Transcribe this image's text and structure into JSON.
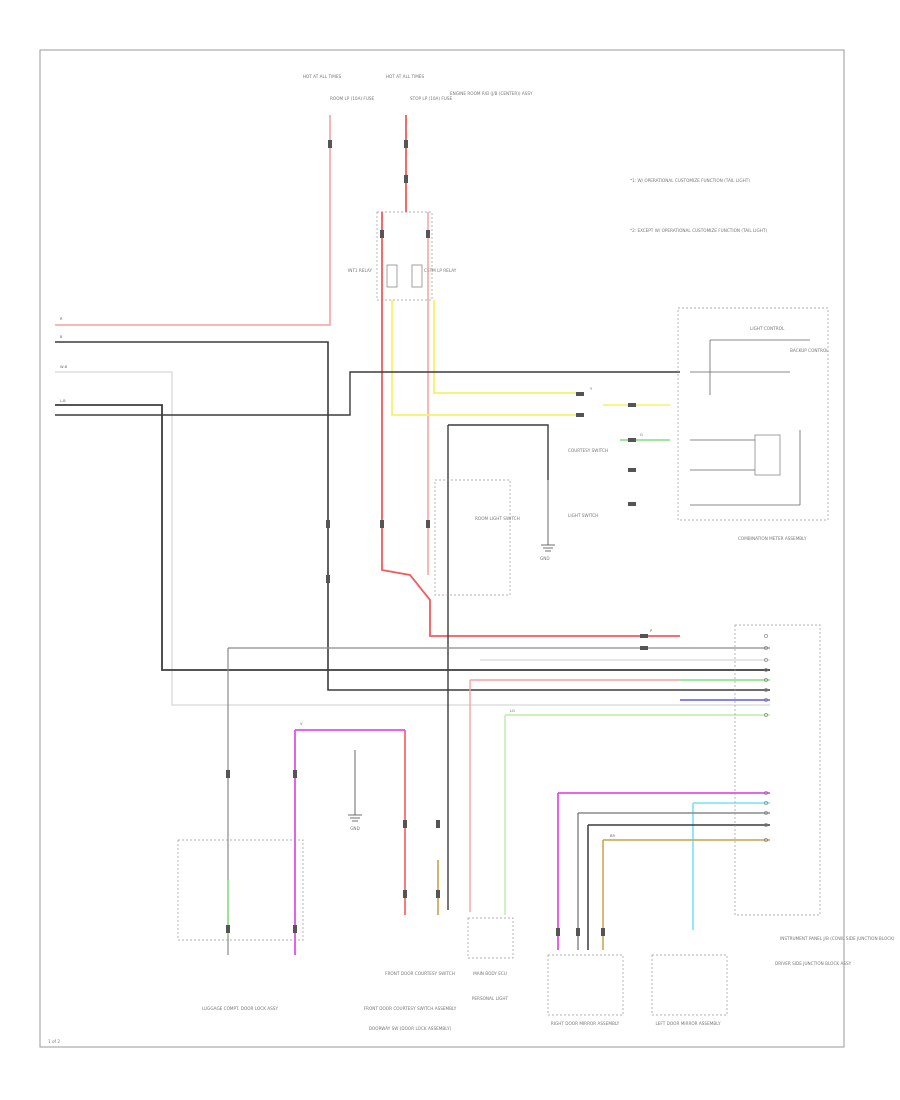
{
  "diagram": {
    "page_number": "1 of 2",
    "colors": {
      "red": "#f25b5b",
      "pink": "#f7a1a1",
      "yellow": "#f6f26a",
      "black": "#3c3c3c",
      "gray": "#8a8a8a",
      "white_wire": "#d8d8d8",
      "green": "#7be07b",
      "light_green": "#b7f0a0",
      "violet": "#e050e8",
      "blue": "#5a5af0",
      "cyan": "#73e6f0",
      "tan": "#c8a24a",
      "frame": "#9a9a9a"
    },
    "top_power": {
      "left_label": "HOT AT ALL TIMES",
      "left_fuse": "ROOM LP (10A) FUSE",
      "right_label": "HOT AT ALL TIMES",
      "right_fuse": "STOP LP (10A) FUSE",
      "right_note": "ENGINE ROOM R/B (J/B (CENTER)) ASSY"
    },
    "legend": {
      "item1": "*1: W/ OPERATIONAL CUSTOMIZE FUNCTION (TAIL LIGHT)",
      "item2": "*2: EXCEPT W/ OPERATIONAL CUSTOMIZE FUNCTION (TAIL LIGHT)"
    },
    "relays": {
      "left_label": "INT1 RELAY",
      "right_label": "CSTM LP RELAY"
    },
    "components": {
      "combination_meter": "COMBINATION METER ASSEMBLY",
      "meter_inner_1": "LIGHT CONTROL",
      "meter_inner_2": "BACKUP CONTROL",
      "courtesy_switch": "COURTESY SWITCH",
      "front_door_label": "FRONT DOOR COURTESY SWITCH",
      "light_switch": "LIGHT SWITCH",
      "ground_1": "GND",
      "ground_2": "GND",
      "center_switch": "ROOM LIGHT SWITCH",
      "main_body_ecu": "MAIN BODY ECU",
      "right_connector_label": "INSTRUMENT PANEL J/B (COWL SIDE JUNCTION BLOCK)"
    },
    "bottom_labels": {
      "b1": "LUGGAGE COMPT. DOOR LOCK ASSY",
      "b2": "FRONT DOOR COURTESY SWITCH ASSEMBLY",
      "b3": "DOORWAY SW (DOOR LOCK ASSEMBLY)",
      "b4": "PERSONAL LIGHT",
      "b5": "RIGHT DOOR MIRROR ASSEMBLY",
      "b6": "LEFT DOOR MIRROR ASSEMBLY",
      "b7": "DRIVER SIDE JUNCTION BLOCK ASSY"
    },
    "wire_codes": {
      "w1": "L-B",
      "w2": "W-B",
      "w3": "B",
      "w4": "R",
      "w5": "Y",
      "w6": "G",
      "w7": "V",
      "w8": "LG",
      "w9": "P",
      "w10": "BR"
    }
  }
}
